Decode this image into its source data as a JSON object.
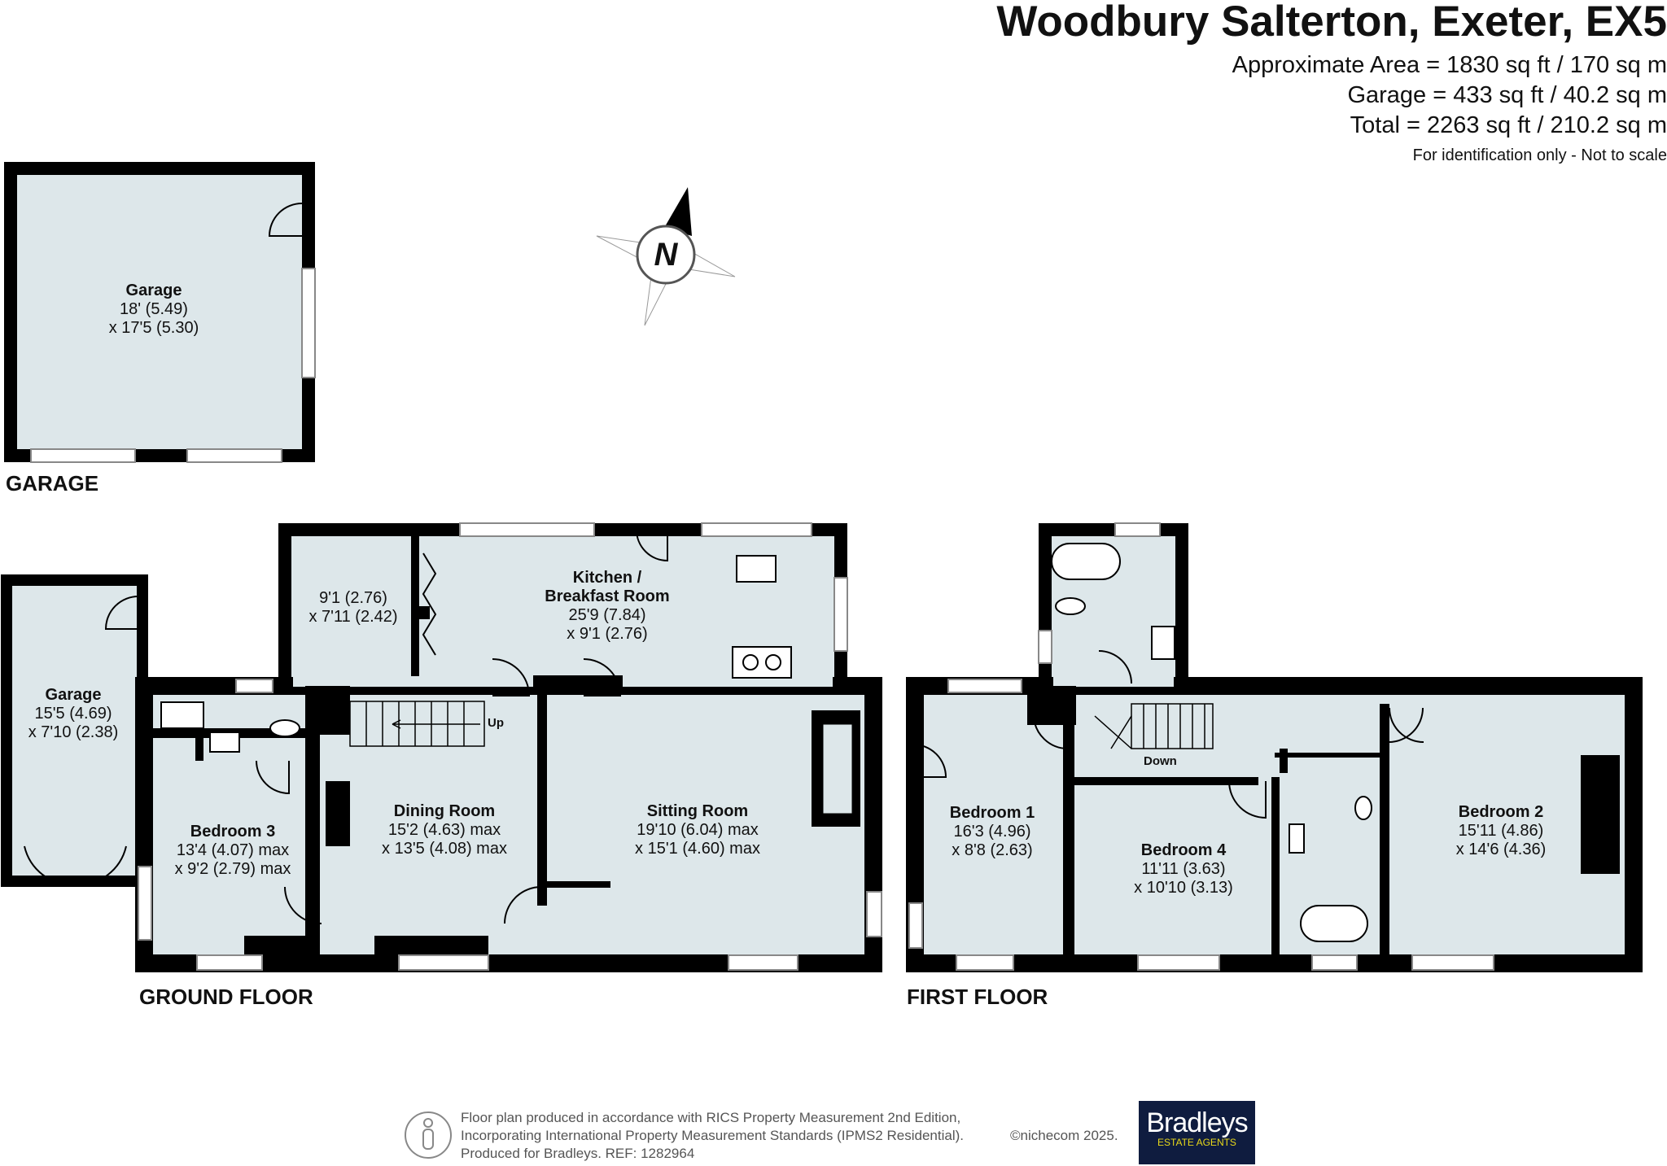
{
  "header": {
    "title": "Woodbury Salterton, Exeter, EX5",
    "areas": [
      "Approximate Area = 1830 sq ft / 170 sq m",
      "Garage = 433 sq ft / 40.2 sq m",
      "Total = 2263 sq ft / 210.2 sq m"
    ],
    "note": "For identification only - Not to scale"
  },
  "compass": {
    "label": "N"
  },
  "garage_section": {
    "label": "GARAGE",
    "room": {
      "name": "Garage",
      "dim1": "18' (5.49)",
      "dim2": "x 17'5 (5.30)"
    }
  },
  "ground_floor": {
    "label": "GROUND FLOOR",
    "stairs_label": "Up",
    "rooms": [
      {
        "name": "Garage",
        "dim1": "15'5 (4.69)",
        "dim2": "x 7'10 (2.38)"
      },
      {
        "name": "Kitchen /",
        "name2": "Breakfast Room",
        "dim1": "25'9 (7.84)",
        "dim2": "x 9'1 (2.76)"
      },
      {
        "name": "",
        "dim1": "9'1 (2.76)",
        "dim2": "x 7'11 (2.42)"
      },
      {
        "name": "Bedroom 3",
        "dim1": "13'4 (4.07) max",
        "dim2": "x 9'2 (2.79) max"
      },
      {
        "name": "Dining Room",
        "dim1": "15'2 (4.63) max",
        "dim2": "x 13'5 (4.08) max"
      },
      {
        "name": "Sitting Room",
        "dim1": "19'10 (6.04) max",
        "dim2": "x 15'1 (4.60) max"
      }
    ]
  },
  "first_floor": {
    "label": "FIRST FLOOR",
    "stairs_label": "Down",
    "rooms": [
      {
        "name": "Bedroom 1",
        "dim1": "16'3 (4.96)",
        "dim2": "x 8'8 (2.63)"
      },
      {
        "name": "Bedroom 4",
        "dim1": "11'11 (3.63)",
        "dim2": "x 10'10 (3.13)"
      },
      {
        "name": "Bedroom 2",
        "dim1": "15'11 (4.86)",
        "dim2": "x 14'6 (4.36)"
      }
    ]
  },
  "footer": {
    "lines": [
      "Floor plan produced in accordance with RICS Property Measurement 2nd Edition,",
      "Incorporating International Property Measurement Standards (IPMS2 Residential).",
      "Produced for Bradleys.   REF: 1282964"
    ],
    "copyright": "©nichecom 2025.",
    "logo_main": "Bradleys",
    "logo_sub": "ESTATE AGENTS"
  },
  "colors": {
    "room_fill": "#dde7ea",
    "wall": "#000000",
    "logo_bg": "#0f1c3f",
    "logo_sub": "#e8d81a"
  }
}
